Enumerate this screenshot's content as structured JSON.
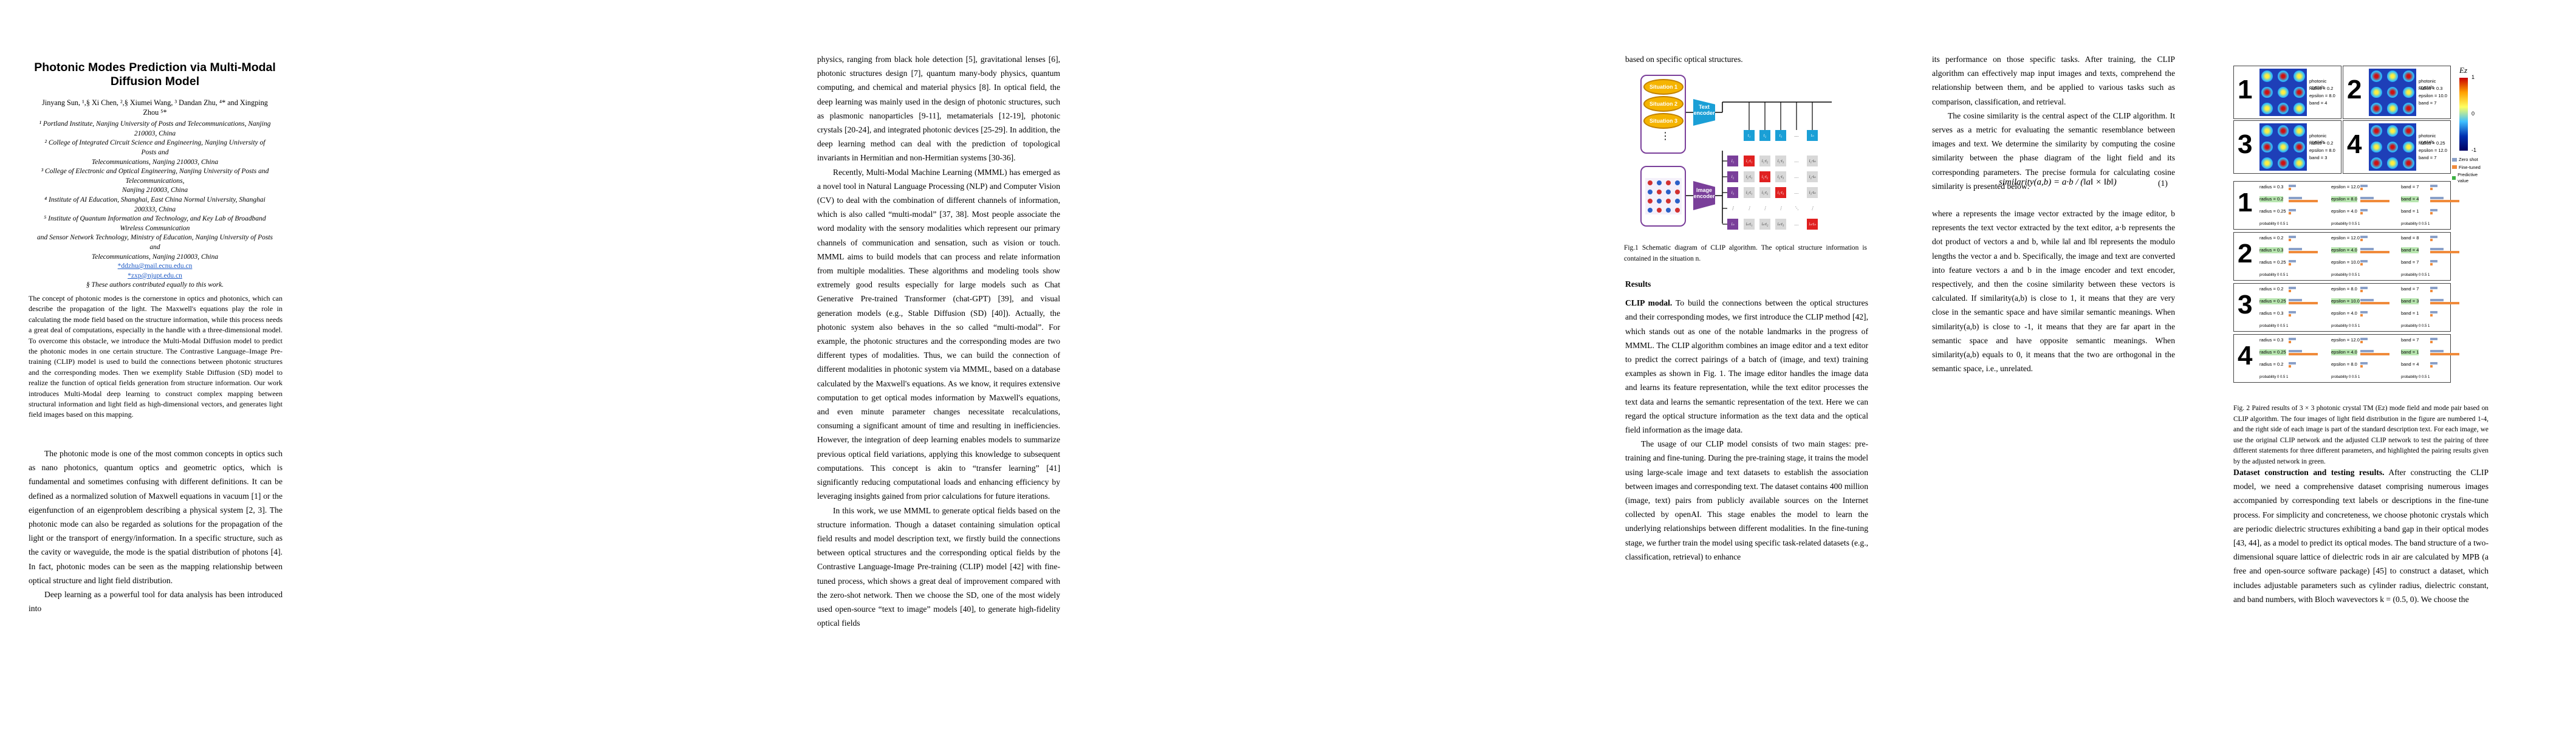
{
  "paper": {
    "title": "Photonic Modes Prediction via Multi-Modal Diffusion Model",
    "authors": "Jinyang Sun, ¹,§ Xi Chen, ²,§ Xiumei Wang, ³ Dandan Zhu, ⁴* and Xingping Zhou ⁵*",
    "affiliations": [
      "¹ Portland Institute, Nanjing University of Posts and Telecommunications, Nanjing 210003, China",
      "² College of Integrated Circuit Science and Engineering, Nanjing University of Posts and",
      "Telecommunications, Nanjing 210003, China",
      "³ College of Electronic and Optical Engineering, Nanjing University of Posts and Telecommunications,",
      "Nanjing 210003, China",
      "⁴ Institute of AI Education, Shanghai, East China Normal University, Shanghai 200333, China",
      "⁵ Institute of Quantum Information and Technology, and Key Lab of Broadband Wireless Communication",
      "and Sensor Network Technology, Ministry of Education, Nanjing University of Posts and",
      "Telecommunications, Nanjing 210003, China"
    ],
    "emails": [
      "*ddzhu@mail.ecnu.edu.cn",
      "*zxp@njupt.edu.cn"
    ],
    "equal_contrib": "§ These authors contributed equally to this work.",
    "abstract": "The concept of photonic modes is the cornerstone in optics and photonics, which can describe the propagation of the light. The Maxwell's equations play the role in calculating the mode field based on the structure information, while this process needs a great deal of computations, especially in the handle with a three-dimensional model. To overcome this obstacle, we introduce the Multi-Modal Diffusion model to predict the photonic modes in one certain structure. The Contrastive Language–Image Pre-training (CLIP) model is used to build the connections between photonic structures and the corresponding modes. Then we exemplify Stable Diffusion (SD) model to realize the function of optical fields generation from structure information. Our work introduces Multi-Modal deep learning to construct complex mapping between structural information and light field as high-dimensional vectors, and generates light field images based on this mapping.",
    "p1_paras": [
      "The photonic mode is one of the most common concepts in optics such as nano photonics, quantum optics and geometric optics, which is fundamental and sometimes confusing with different definitions. It can be defined as a normalized solution of Maxwell equations in vacuum [1] or the eigenfunction of an eigenproblem describing a physical system [2, 3]. The photonic mode can also be regarded as solutions for the propagation of the light or the transport of energy/information. In a specific structure, such as the cavity or waveguide, the mode is the spatial distribution of photons [4]. In fact, photonic modes can be seen as the mapping relationship between optical structure and light field distribution.",
      "Deep learning as a powerful tool for data analysis has been introduced into"
    ],
    "p2_paras": [
      "physics, ranging from black hole detection [5], gravitational lenses [6], photonic structures design [7], quantum many-body physics, quantum computing, and chemical and material physics [8]. In optical field, the deep learning was mainly used in the design of photonic structures, such as plasmonic nanoparticles [9-11], metamaterials [12-19], photonic crystals [20-24], and integrated photonic devices [25-29]. In addition, the deep learning method can deal with the prediction of topological invariants in Hermitian and non-Hermitian systems [30-36].",
      "Recently, Multi-Modal Machine Learning (MMML) has emerged as a novel tool in Natural Language Processing (NLP) and Computer Vision (CV) to deal with the combination of different channels of information, which is also called “multi-modal” [37, 38]. Most people associate the word modality with the sensory modalities which represent our primary channels of communication and sensation, such as vision or touch. MMML aims to build models that can process and relate information from multiple modalities. These algorithms and modeling tools show extremely good results especially for large models such as Chat Generative Pre-trained Transformer (chat-GPT) [39], and visual generation models (e.g., Stable Diffusion (SD) [40]). Actually, the photonic system also behaves in the so called “multi-modal”. For example, the photonic structures and the corresponding modes are two different types of modalities. Thus, we can build the connection of different modalities in photonic system via MMML, based on a database calculated by the Maxwell's equations. As we know, it requires extensive computation to get optical modes information by Maxwell's equations, and even minute parameter changes necessitate recalculations, consuming a significant amount of time and resulting in inefficiencies. However, the integration of deep learning enables models to summarize previous optical field variations, applying this knowledge to subsequent computations. This concept is akin to “transfer learning” [41] significantly reducing computational loads and enhancing efficiency by leveraging insights gained from prior calculations for future iterations.",
      "In this work, we use MMML to generate optical fields based on the structure information. Though a dataset containing simulation optical field results and model description text, we firstly build the connections between optical structures and the corresponding optical fields by the Contrastive Language-Image Pre-training (CLIP) model [42] with fine-tuned process, which shows a great deal of improvement compared with the zero-shot network. Then we choose the SD, one of the most widely used open-source “text to image” models [40], to generate high-fidelity optical fields"
    ],
    "p3_top": "based on specific optical structures.",
    "fig1_caption": "Fig.1 Schematic diagram of CLIP algorithm. The optical structure information is contained in the situation n.",
    "fig1": {
      "situations": [
        "Situation 1",
        "Situation 2",
        "Situation 3"
      ],
      "dots": "⋮",
      "text_encoder": "Text encoder",
      "image_encoder": "Image encoder",
      "t_labels": [
        "t₁",
        "t₂",
        "t₃",
        "…",
        "tₙ"
      ],
      "i_labels": [
        "i₁",
        "i₂",
        "i₃",
        "⋮",
        "iₙ"
      ],
      "grid": [
        [
          "i₁·t₁",
          "i₁·t₂",
          "i₁·t₃",
          "…",
          "i₁·tₙ"
        ],
        [
          "i₂·t₁",
          "i₂·t₂",
          "i₂·t₃",
          "…",
          "i₂·tₙ"
        ],
        [
          "i₃·t₁",
          "i₃·t₂",
          "i₃·t₃",
          "…",
          "i₃·tₙ"
        ],
        [
          "⋮",
          "⋮",
          "⋮",
          "⋱",
          "⋮"
        ],
        [
          "iₙ·t₁",
          "iₙ·t₂",
          "iₙ·t₃",
          "…",
          "iₙ·tₙ"
        ]
      ]
    },
    "results_heading": "Results",
    "clip_heading": "CLIP modal.",
    "p3_paras": [
      "To build the connections between the optical structures and their corresponding modes, we first introduce the CLIP method [42], which stands out as one of the notable landmarks in the progress of MMML. The CLIP algorithm combines an image editor and a text editor to predict the correct pairings of a batch of (image, and text) training examples as shown in Fig. 1. The image editor handles the image data and learns its feature representation, while the text editor processes the text data and learns the semantic representation of the text. Here we can regard the optical structure information as the text data and the optical field information as the image data.",
      "The usage of our CLIP model consists of two main stages: pre-training and fine-tuning. During the pre-training stage, it trains the model using large-scale image and text datasets to establish the association between images and corresponding text. The dataset contains 400 million (image, text) pairs from publicly available sources on the Internet collected by openAI. This stage enables the model to learn the underlying relationships between different modalities. In the fine-tuning stage, we further train the model using specific task-related datasets (e.g., classification, retrieval) to enhance"
    ],
    "p4_paras_top": [
      "its performance on those specific tasks. After training, the CLIP algorithm can effectively map input images and texts, comprehend the relationship between them, and be applied to various tasks such as comparison, classification, and retrieval.",
      "The cosine similarity is the central aspect of the CLIP algorithm. It serves as a metric for evaluating the semantic resemblance between images and text. We determine the similarity by computing the cosine similarity between the phase diagram of the light field and its corresponding parameters. The precise formula for calculating cosine similarity is presented below:"
    ],
    "equation": "similarity(a,b) = a·b / (‖a‖ × ‖b‖)",
    "equation_number": "(1)",
    "p4_after_eq": "where a represents the image vector extracted by the image editor, b represents the text vector extracted by the text editor, a·b represents the dot product of vectors a and b, while ‖a‖ and ‖b‖ represents the modulo lengths the vector a and b. Specifically, the image and text are converted into feature vectors a and b in the image encoder and text encoder, respectively, and then the cosine similarity between these vectors is calculated. If similarity(a,b) is close to 1, it means that they are very close in the semantic space and have similar semantic meanings. When similarity(a,b) is close to -1, it means that they are far apart in the semantic space and have opposite semantic meanings. When similarity(a,b) equals to 0, it means that the two are orthogonal in the semantic space, i.e., unrelated.",
    "fig2_caption": "Fig. 2 Paired results of 3 × 3 photonic crystal TM (Ez) mode field and mode pair based on CLIP algorithm. The four images of light field distribution in the figure are numbered 1-4, and the right side of each image is part of the standard description text. For each image, we use the original CLIP network and the adjusted CLIP network to test the pairing of three different statements for three different parameters, and highlighted the pairing results given by the adjusted network in green.",
    "dataset_heading": "Dataset construction and testing results.",
    "dataset_text": "After constructing the CLIP model, we need a comprehensive dataset comprising numerous images accompanied by corresponding text labels or descriptions in the fine-tune process. For simplicity and concreteness, we choose photonic crystals which are periodic dielectric structures exhibiting a band gap in their optical modes [43, 44], as a model to predict its optical modes. The band structure of a two-dimensional square lattice of dielectric rods in air are calculated by MPB (a free and open-source software package) [45] to construct a dataset, which includes adjustable parameters such as cylinder radius, dielectric constant, and band numbers, with Bloch wavevectors k = (0.5, 0). We choose the",
    "fig2": {
      "panel_numbers": [
        "1",
        "2",
        "3",
        "4"
      ],
      "panel_texts": [
        [
          "photonic crystals",
          "radius = 0.2",
          "epsilon = 8.0",
          "band = 4"
        ],
        [
          "photonic crystals",
          "radius = 0.3",
          "epsilon = 10.0",
          "band = 7"
        ],
        [
          "photonic crystals",
          "radius = 0.2",
          "epsilon = 8.0",
          "band = 3"
        ],
        [
          "photonic crystals",
          "radius = 0.25",
          "epsilon = 12.0",
          "band = 7"
        ]
      ],
      "colorbar_title": "Ez",
      "colorbar_ticks": [
        "1",
        "0",
        "-1"
      ],
      "legend": [
        "Zero shot",
        "Fine-tuned",
        "Predictive value"
      ],
      "result_rows": [
        {
          "num": "1",
          "radius": [
            "radius = 0.3",
            "radius = 0.2",
            "radius = 0.25"
          ],
          "eps": [
            "epsilon = 12.0",
            "epsilon = 8.0",
            "epsilon = 4.0"
          ],
          "band": [
            "band = 7",
            "band = 4",
            "band = 1"
          ]
        },
        {
          "num": "2",
          "radius": [
            "radius = 0.2",
            "radius = 0.3",
            "radius = 0.25"
          ],
          "eps": [
            "epsilon = 12.0",
            "epsilon = 4.0",
            "epsilon = 10.0"
          ],
          "band": [
            "band = 8",
            "band = 4",
            "band = 7"
          ]
        },
        {
          "num": "3",
          "radius": [
            "radius = 0.2",
            "radius = 0.25",
            "radius = 0.3"
          ],
          "eps": [
            "epsilon = 8.0",
            "epsilon = 10.0",
            "epsilon = 4.0"
          ],
          "band": [
            "band = 7",
            "band = 3",
            "band = 1"
          ]
        },
        {
          "num": "4",
          "radius": [
            "radius = 0.3",
            "radius = 0.25",
            "radius = 0.2"
          ],
          "eps": [
            "epsilon = 12.0",
            "epsilon = 4.0",
            "epsilon = 8.0"
          ],
          "band": [
            "band = 7",
            "band = 1",
            "band = 4"
          ]
        }
      ],
      "axis_label": "probability",
      "axis_ticks": [
        "0",
        "0.5",
        "1"
      ]
    }
  }
}
